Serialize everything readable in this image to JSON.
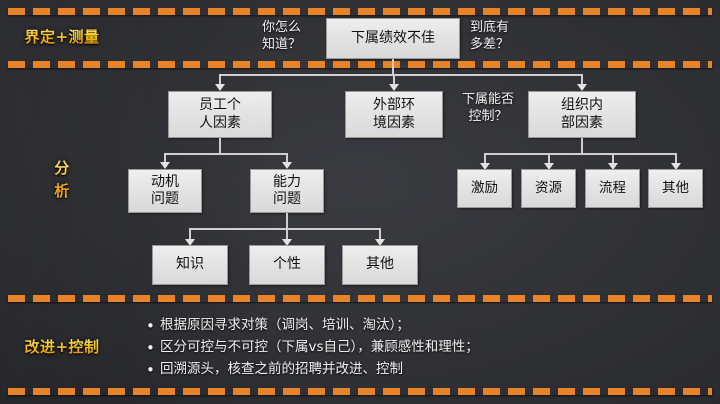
{
  "slide": {
    "background_color": "#2c2d31",
    "divider_color": "#e8832a",
    "label_color": "#f5c21c",
    "node_fill": "#e6e6e6"
  },
  "phases": [
    {
      "name": "define-measure",
      "label": "界定+测量"
    },
    {
      "name": "analyze",
      "label": "分\n析"
    },
    {
      "name": "improve-control",
      "label": "改进+控制"
    }
  ],
  "questions": [
    {
      "name": "how-do-you-know",
      "text": "你怎么\n知道？"
    },
    {
      "name": "how-bad-is-it",
      "text": "到底有\n多差？"
    },
    {
      "name": "can-subordinate-control",
      "text": "下属能否\n控制？"
    }
  ],
  "nodes": {
    "root": {
      "label": "下属绩效不佳"
    },
    "level1": [
      {
        "name": "employee-personal-factors",
        "label": "员工个\n人因素"
      },
      {
        "name": "external-environment-factors",
        "label": "外部环\n境因素"
      },
      {
        "name": "organization-internal-factors",
        "label": "组织内\n部因素"
      }
    ],
    "level2_left": [
      {
        "name": "motivation-problem",
        "label": "动机\n问题"
      },
      {
        "name": "ability-problem",
        "label": "能力\n问题"
      }
    ],
    "level2_right": [
      {
        "name": "incentive",
        "label": "激励"
      },
      {
        "name": "resources",
        "label": "资源"
      },
      {
        "name": "process",
        "label": "流程"
      },
      {
        "name": "other-org",
        "label": "其他"
      }
    ],
    "level3": [
      {
        "name": "knowledge",
        "label": "知识"
      },
      {
        "name": "personality",
        "label": "个性"
      },
      {
        "name": "other-ability",
        "label": "其他"
      }
    ]
  },
  "improve_control_bullets": [
    "根据原因寻求对策（调岗、培训、淘汰）；",
    "区分可控与不可控（下属vs自己），兼顾感性和理性；",
    "回溯源头，核查之前的招聘并改进、控制"
  ]
}
